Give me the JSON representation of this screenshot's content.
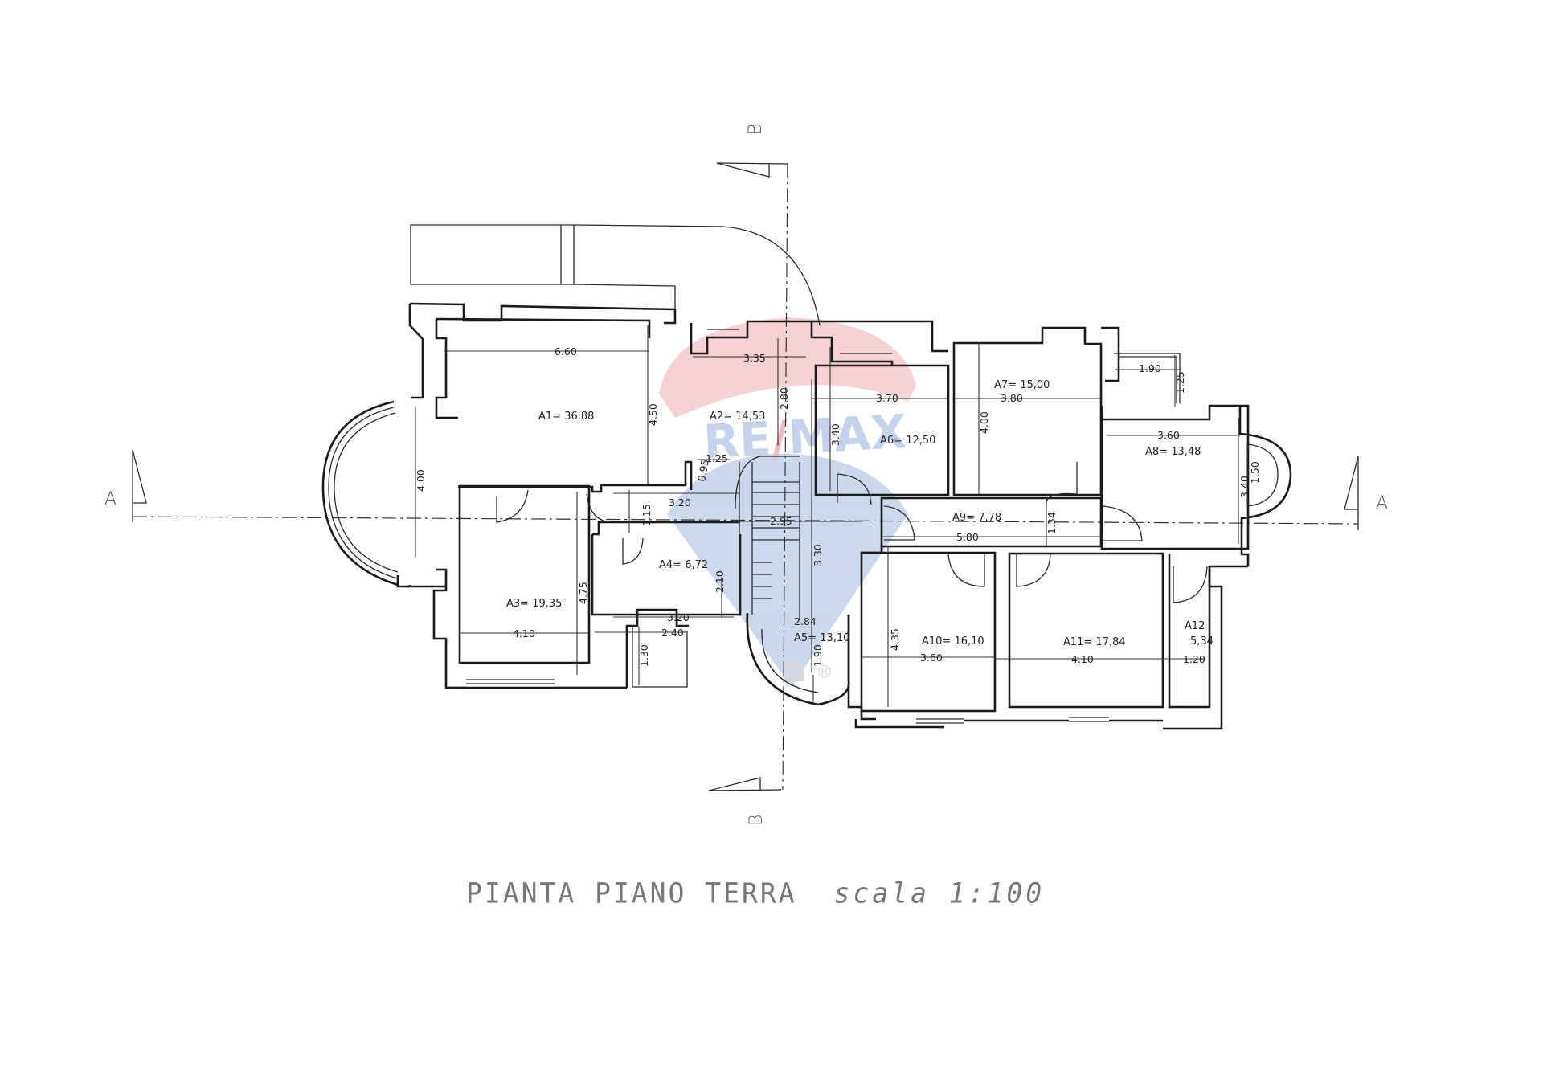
{
  "drawing": {
    "title": "PIANTA PIANO TERRA",
    "scale_label": "scala 1:100",
    "watermark": {
      "brand": "RE/MAX",
      "registered_mark": "®",
      "colors": {
        "red": "#dc1c2e",
        "blue": "#003da5"
      }
    },
    "section_markers": {
      "a_left": "A",
      "a_right": "A",
      "b_top": "B",
      "b_bottom": "B"
    }
  },
  "rooms": [
    {
      "id": "A1",
      "label": "A1=",
      "area": "36,88"
    },
    {
      "id": "A2",
      "label": "A2=",
      "area": "14,53"
    },
    {
      "id": "A3",
      "label": "A3=",
      "area": "19,35"
    },
    {
      "id": "A4",
      "label": "A4=",
      "area": "6,72"
    },
    {
      "id": "A5",
      "label": "A5=",
      "area": "13,10"
    },
    {
      "id": "A6",
      "label": "A6=",
      "area": "12,50"
    },
    {
      "id": "A7",
      "label": "A7=",
      "area": "15,00"
    },
    {
      "id": "A8",
      "label": "A8=",
      "area": "13,48"
    },
    {
      "id": "A9",
      "label": "A9=",
      "area": "7,78"
    },
    {
      "id": "A10",
      "label": "A10=",
      "area": "16,10"
    },
    {
      "id": "A11",
      "label": "A11=",
      "area": "17,84"
    },
    {
      "id": "A12",
      "label": "A12",
      "area": "5,34"
    }
  ],
  "dimensions": {
    "a1_width": "6.60",
    "a1_depth": "4.50",
    "a1_bay": "4.00",
    "a2_width": "3.35",
    "a2_depth": "2.80",
    "a2_step": "1.25",
    "a2_small": "0.95",
    "corridor_width": "3.20",
    "corridor_depth": "1.15",
    "a3_width": "4.10",
    "a3_depth": "4.75",
    "a4_width": "3.20",
    "a4_depth": "2.10",
    "balcony_bl_width": "2.40",
    "balcony_bl_depth": "1.30",
    "hall_width": "2.95",
    "hall_depth": "3.30",
    "a5_width": "2.84",
    "a5_depth": "1.90",
    "a6_width": "3.70",
    "a6_depth": "3.40",
    "a7_width": "3.80",
    "a7_depth": "4.00",
    "balcony_tr_width": "1.90",
    "balcony_tr_depth": "1.25",
    "a8_width": "3.60",
    "a8_depth": "3.40",
    "a8_bay": "1.50",
    "a9_width": "5.80",
    "a9_depth": "1.34",
    "a10_width": "3.60",
    "a10_depth": "4.35",
    "a11_width": "4.10",
    "a12_width": "1.20"
  }
}
